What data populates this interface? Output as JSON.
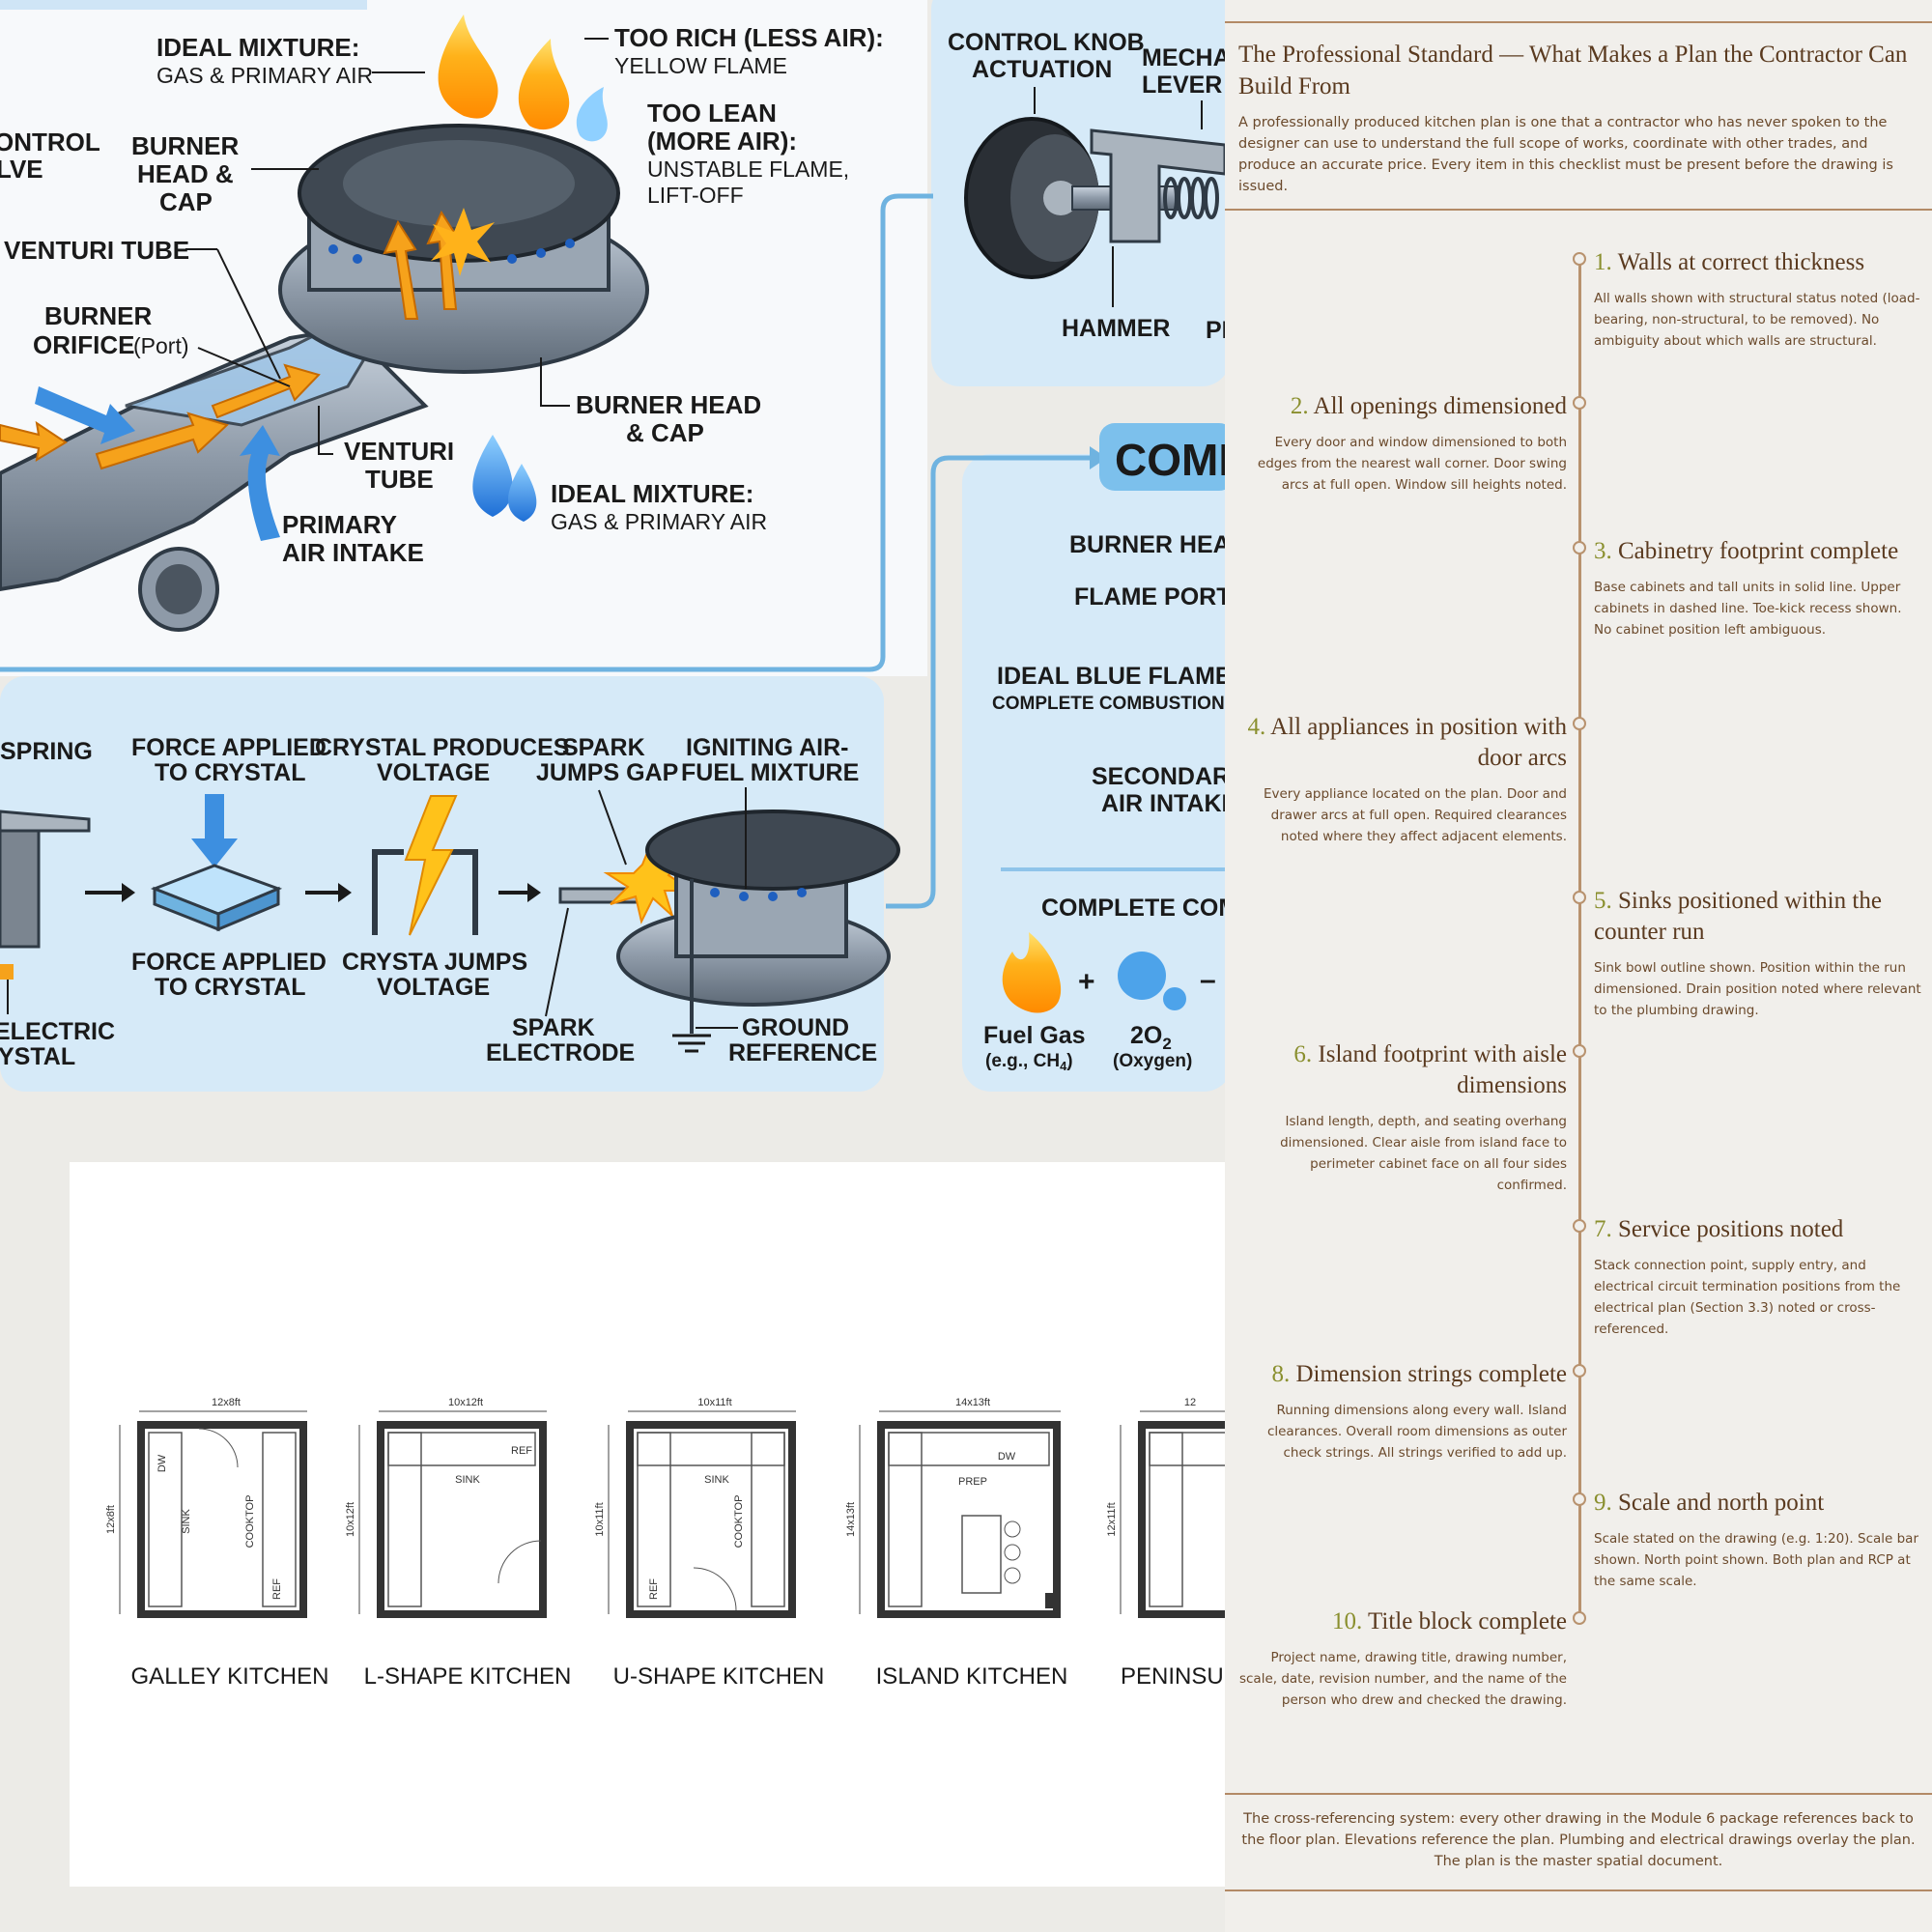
{
  "burner": {
    "labels": {
      "ideal_mixture_top_title": "IDEAL MIXTURE:",
      "ideal_mixture_top_sub": "GAS & PRIMARY AIR",
      "too_rich_title": "TOO RICH (LESS AIR):",
      "too_rich_sub": "YELLOW FLAME",
      "too_lean_1": "TOO LEAN",
      "too_lean_2": "(MORE AIR):",
      "too_lean_3": "UNSTABLE FLAME,",
      "too_lean_4": "LIFT-OFF",
      "control_valve_1": "ONTROL",
      "control_valve_2": "LVE",
      "burner_head_cap_1": "BURNER",
      "burner_head_cap_2": "HEAD &",
      "burner_head_cap_3": "CAP",
      "venturi_tube_left": "VENTURI TUBE",
      "burner_orifice_1": "BURNER",
      "burner_orifice_2": "ORIFICE",
      "burner_orifice_port": "(Port)",
      "burner_head_cap_right_1": "BURNER HEAD",
      "burner_head_cap_right_2": "& CAP",
      "venturi_tube_mid_1": "VENTURI",
      "venturi_tube_mid_2": "TUBE",
      "primary_air_1": "PRIMARY",
      "primary_air_2": "AIR INTAKE",
      "ideal_mixture_bottom_title": "IDEAL MIXTURE:",
      "ideal_mixture_bottom_sub": "GAS & PRIMARY AIR"
    }
  },
  "ignition": {
    "mechanism": {
      "control_knob_1": "CONTROL KNOB",
      "control_knob_2": "ACTUATION",
      "mech_lever_1": "MECHA",
      "mech_lever_2": "LEVER",
      "hammer": "HAMMER",
      "pi": "PI"
    },
    "spark": {
      "spring": "SPRING",
      "force_top_1": "FORCE APPLIED",
      "force_top_2": "TO CRYSTAL",
      "crystal_produces_1": "CRYSTAL PRODUCES",
      "crystal_produces_2": "VOLTAGE",
      "spark_jumps_1": "SPARK",
      "spark_jumps_2": "JUMPS GAP",
      "igniting_1": "IGNITING AIR-",
      "igniting_2": "FUEL MIXTURE",
      "force_bottom_1": "FORCE APPLIED",
      "force_bottom_2": "TO CRYSTAL",
      "crysta_jumps_1": "CRYSTA JUMPS",
      "crysta_jumps_2": "VOLTAGE",
      "spark_electrode_1": "SPARK",
      "spark_electrode_2": "ELECTRODE",
      "ground_1": "GROUND",
      "ground_2": "REFERENCE",
      "electric_1": "ELECTRIC",
      "electric_2": "YSTAL"
    }
  },
  "combustion": {
    "heading": "COMB",
    "burner_head": "BURNER HEA",
    "flame_port": "FLAME PORT",
    "ideal_blue_flame": "IDEAL BLUE FLAME",
    "complete_combustion": "COMPLETE COMBUSTION",
    "secondary_1": "SECONDARY",
    "secondary_2": "AIR INTAKE",
    "complete_com": "COMPLETE COM",
    "plus": "+",
    "fuel_gas": "Fuel Gas",
    "fuel_gas_eg": "(e.g., CH",
    "fuel_gas_sub": "4",
    "fuel_gas_close": ")",
    "oxygen_formula": "2O",
    "oxygen_sub": "2",
    "oxygen": "(Oxygen)"
  },
  "kitchens": [
    {
      "name": "GALLEY KITCHEN",
      "dim_w": "12x8ft",
      "dim_h": "12x8ft",
      "labels": [
        "DW",
        "SINK",
        "COOKTOP",
        "REF"
      ]
    },
    {
      "name": "L-SHAPE KITCHEN",
      "dim_w": "10x12ft",
      "dim_h": "10x12ft",
      "labels": [
        "REF",
        "SINK"
      ]
    },
    {
      "name": "U-SHAPE KITCHEN",
      "dim_w": "10x11ft",
      "dim_h": "10x11ft",
      "labels": [
        "SINK",
        "COOKTOP",
        "REF"
      ]
    },
    {
      "name": "ISLAND KITCHEN",
      "dim_w": "14x13ft",
      "dim_h": "14x13ft",
      "labels": [
        "PREP",
        "DW"
      ]
    },
    {
      "name": "PENINSUL",
      "dim_w": "12",
      "dim_h": "12x11ft",
      "labels": []
    }
  ],
  "checklist": {
    "title": "The Professional Standard — What Makes a Plan the Contractor Can Build From",
    "intro": "A professionally produced kitchen plan is one that a contractor who has never spoken to the designer can use to understand the full scope of works, coordinate with other trades, and produce an accurate price. Every item in this checklist must be present before the drawing is issued.",
    "items": [
      {
        "num": "1.",
        "title": "Walls at correct thickness",
        "text": "All walls shown with structural status noted (load-bearing, non-structural, to be removed). No ambiguity about which walls are structural."
      },
      {
        "num": "2.",
        "title": "All openings dimensioned",
        "text": "Every door and window dimensioned to both edges from the nearest wall corner. Door swing arcs at full open. Window sill heights noted."
      },
      {
        "num": "3.",
        "title": "Cabinetry footprint complete",
        "text": "Base cabinets and tall units in solid line. Upper cabinets in dashed line. Toe-kick recess shown. No cabinet position left ambiguous."
      },
      {
        "num": "4.",
        "title": "All appliances in position with door arcs",
        "text": "Every appliance located on the plan. Door and drawer arcs at full open. Required clearances noted where they affect adjacent elements."
      },
      {
        "num": "5.",
        "title": "Sinks positioned within the counter run",
        "text": "Sink bowl outline shown. Position within the run dimensioned. Drain position noted where relevant to the plumbing drawing."
      },
      {
        "num": "6.",
        "title": "Island footprint with aisle dimensions",
        "text": "Island length, depth, and seating overhang dimensioned. Clear aisle from island face to perimeter cabinet face on all four sides confirmed."
      },
      {
        "num": "7.",
        "title": "Service positions noted",
        "text": "Stack connection point, supply entry, and electrical circuit termination positions from the electrical plan (Section 3.3) noted or cross-referenced."
      },
      {
        "num": "8.",
        "title": "Dimension strings complete",
        "text": "Running dimensions along every wall. Island clearances. Overall room dimensions as outer check strings. All strings verified to add up."
      },
      {
        "num": "9.",
        "title": "Scale and north point",
        "text": "Scale stated on the drawing (e.g. 1:20). Scale bar shown. North point shown. Both plan and RCP at the same scale."
      },
      {
        "num": "10.",
        "title": "Title block complete",
        "text": "Project name, drawing title, drawing number, scale, date, revision number, and the name of the person who drew and checked the drawing."
      }
    ],
    "footer": "The cross-referencing system: every other drawing in the Module 6 package references back to the floor plan. Elevations reference the plan. Plumbing and electrical drawings overlay the plan. The plan is the master spatial document."
  },
  "colors": {
    "panel_blue": "#d6eaf8",
    "line_blue": "#6fb3e0",
    "flame_orange": "#f6a21b",
    "brown_text": "#5a3a1f",
    "olive_number": "#8a8f2e"
  }
}
